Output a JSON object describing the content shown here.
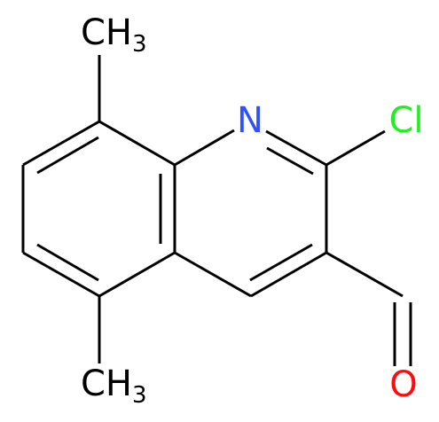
{
  "molecule": {
    "atoms": {
      "nitrogen": "N",
      "chlorine": "Cl",
      "oxygen": "O",
      "methyl_top": {
        "main": "CH",
        "sub": "3"
      },
      "methyl_bottom": {
        "main": "CH",
        "sub": "3"
      }
    },
    "colors": {
      "bond": "#000000",
      "carbon": "#000000",
      "nitrogen": "#3050F8",
      "chlorine": "#1FF01F",
      "oxygen": "#FF0D0D"
    }
  }
}
